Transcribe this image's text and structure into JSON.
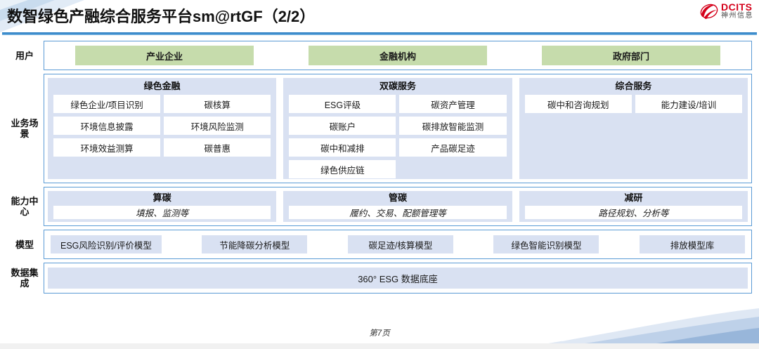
{
  "header": {
    "title": "数智绿色产融综合服务平台sm@rtGF（2/2）",
    "logo_en": "DCITS",
    "logo_cn": "神州信息"
  },
  "rows": {
    "users": {
      "label": "用户",
      "items": [
        "产业企业",
        "金融机构",
        "政府部门"
      ]
    },
    "scenarios": {
      "label": "业务场景",
      "groups": [
        {
          "title": "绿色金融",
          "tiles": [
            "绿色企业/项目识别",
            "碳核算",
            "环境信息披露",
            "环境风险监测",
            "环境效益测算",
            "碳普惠"
          ]
        },
        {
          "title": "双碳服务",
          "tiles": [
            "ESG评级",
            "碳资产管理",
            "碳账户",
            "碳排放智能监测",
            "碳中和减排",
            "产品碳足迹",
            "绿色供应链"
          ]
        },
        {
          "title": "综合服务",
          "tiles": [
            "碳中和咨询规划",
            "能力建设/培训"
          ]
        }
      ]
    },
    "ability": {
      "label": "能力中心",
      "groups": [
        {
          "title": "算碳",
          "sub": "填报、监测等"
        },
        {
          "title": "管碳",
          "sub": "履约、交易、配额管理等"
        },
        {
          "title": "减研",
          "sub": "路径规划、分析等"
        }
      ]
    },
    "model": {
      "label": "模型",
      "items": [
        "ESG风险识别/评价模型",
        "节能降碳分析模型",
        "碳足迹/核算模型",
        "绿色智能识别模型",
        "排放模型库"
      ]
    },
    "data": {
      "label": "数据集成",
      "bar": "360° ESG 数据底座"
    }
  },
  "footer": {
    "page": "第7页"
  },
  "colors": {
    "user_chip": "#c6dcac",
    "panel_blue": "#d9e1f2",
    "border_blue": "#5b9bd5",
    "rule_blue": "#2f7fc0",
    "logo_red": "#d4001a"
  }
}
